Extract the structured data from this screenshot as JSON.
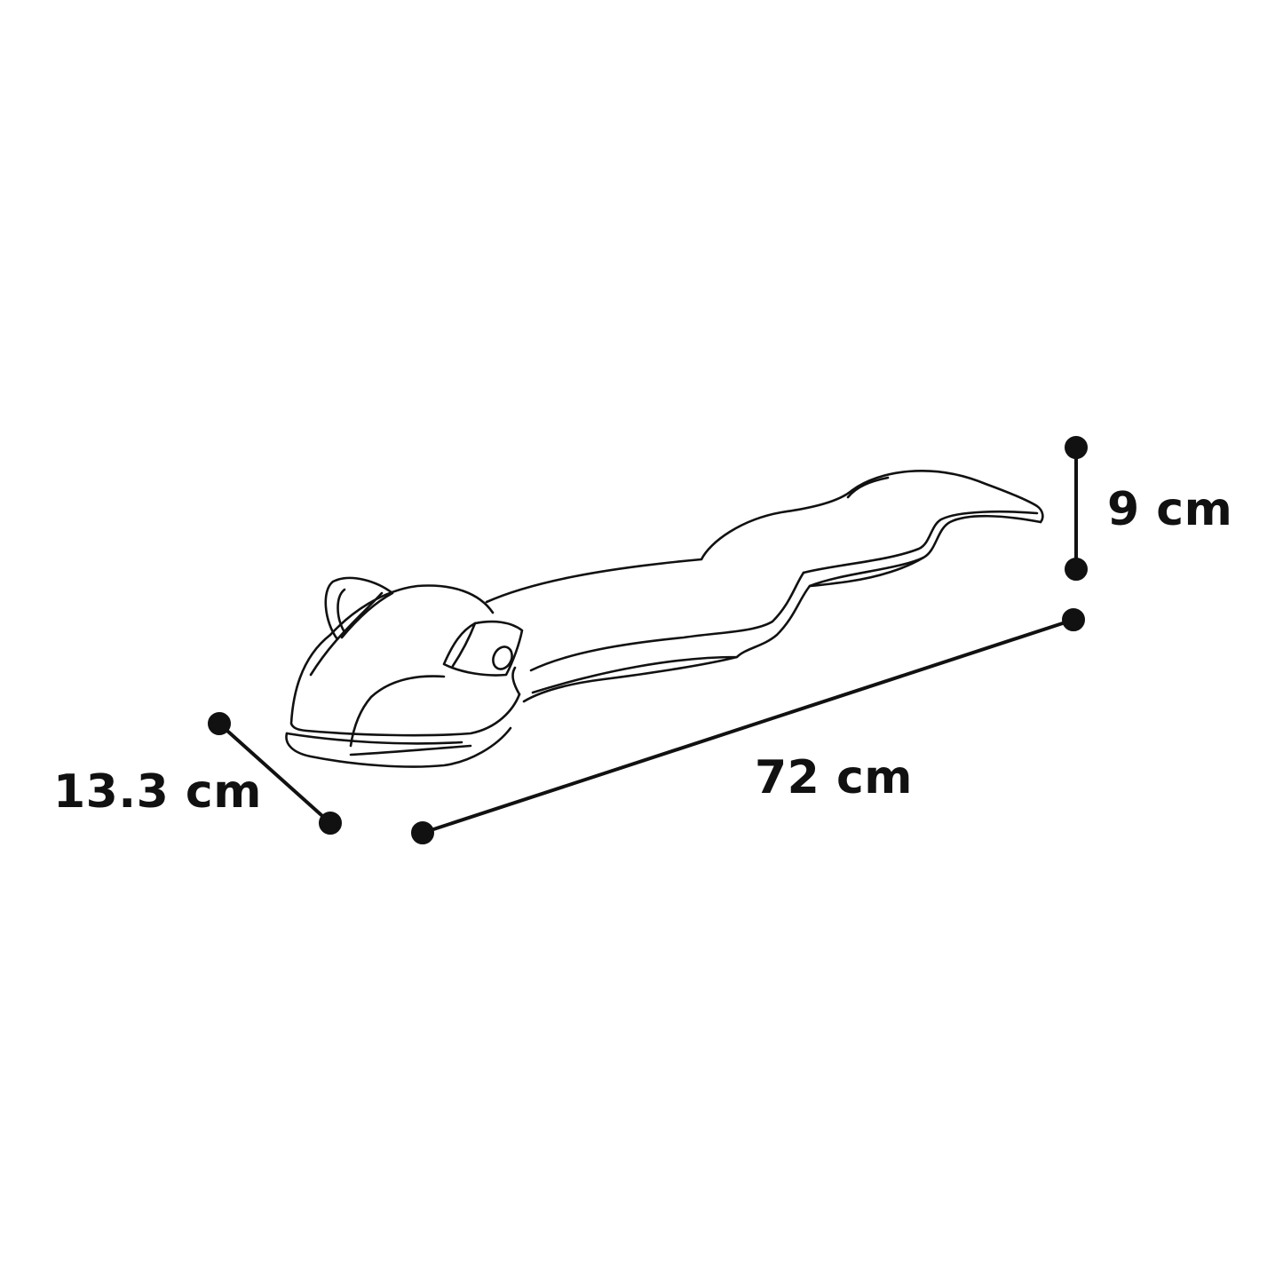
{
  "dimensions": {
    "width": "13.3 cm",
    "length": "72 cm",
    "height": "9 cm"
  },
  "colors": {
    "line": "#111111",
    "background": "#ffffff"
  },
  "product_icon": "snake-plush-outline"
}
